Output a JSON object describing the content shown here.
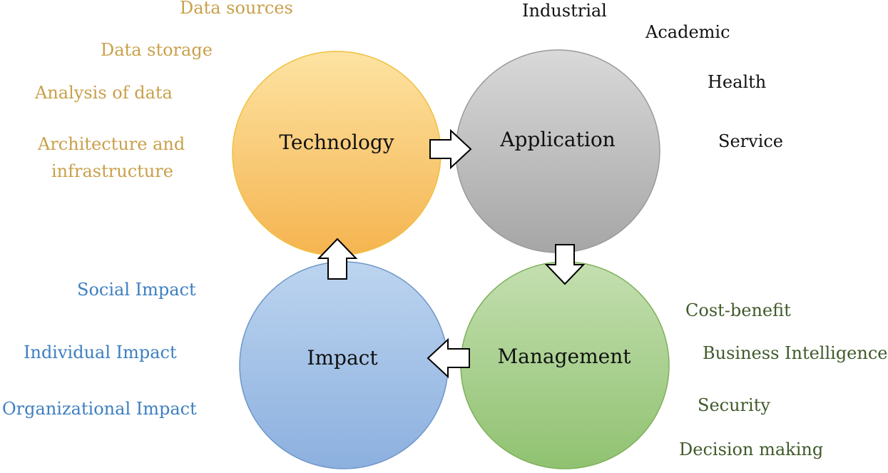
{
  "circles": {
    "technology": {
      "title": "Technology",
      "fill_top": "#fde3a2",
      "fill_bottom": "#f5b450",
      "stroke": "#f0c040"
    },
    "application": {
      "title": "Application",
      "fill_top": "#d6d6d6",
      "fill_bottom": "#a9a9a9",
      "stroke": "#9a9a9a"
    },
    "impact": {
      "title": "Impact",
      "fill_top": "#b8d1ee",
      "fill_bottom": "#8fb3e0",
      "stroke": "#6f97c8"
    },
    "management": {
      "title": "Management",
      "fill_top": "#c0dcaa",
      "fill_bottom": "#93c475",
      "stroke": "#7fb05a"
    }
  },
  "technology_items": [
    "Data sources",
    "Data storage",
    "Analysis of data",
    "Architecture and",
    "infrastructure"
  ],
  "application_items": [
    "Industrial",
    "Academic",
    "Health",
    "Service"
  ],
  "impact_items": [
    "Social Impact",
    "Individual Impact",
    "Organizational Impact"
  ],
  "management_items": [
    "Cost-benefit",
    "Business Intelligence",
    "Security",
    "Decision making"
  ],
  "colors": {
    "technology_text": "#c9a04a",
    "application_text": "#111111",
    "impact_text": "#3d7fc1",
    "management_text": "#3f5a2a"
  }
}
